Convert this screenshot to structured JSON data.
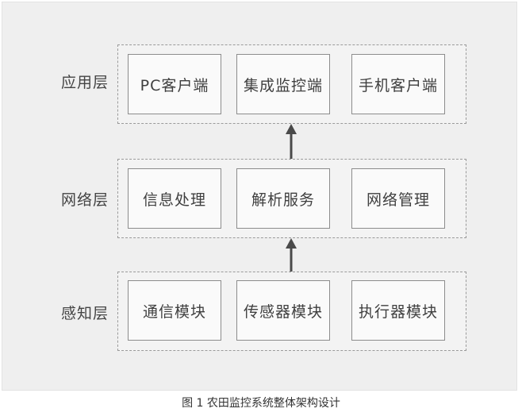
{
  "layers": [
    {
      "label": "应用层",
      "modules": [
        "PC客户端",
        "集成监控端",
        "手机客户端"
      ]
    },
    {
      "label": "网络层",
      "modules": [
        "信息处理",
        "解析服务",
        "网络管理"
      ]
    },
    {
      "label": "感知层",
      "modules": [
        "通信模块",
        "传感器模块",
        "执行器模块"
      ]
    }
  ],
  "caption": "图 1 农田监控系统整体架构设计",
  "colors": {
    "background": "#efefef",
    "box_border": "#8c8c8c",
    "arrow": "#4a4a4a",
    "text": "#3f3f3f"
  }
}
